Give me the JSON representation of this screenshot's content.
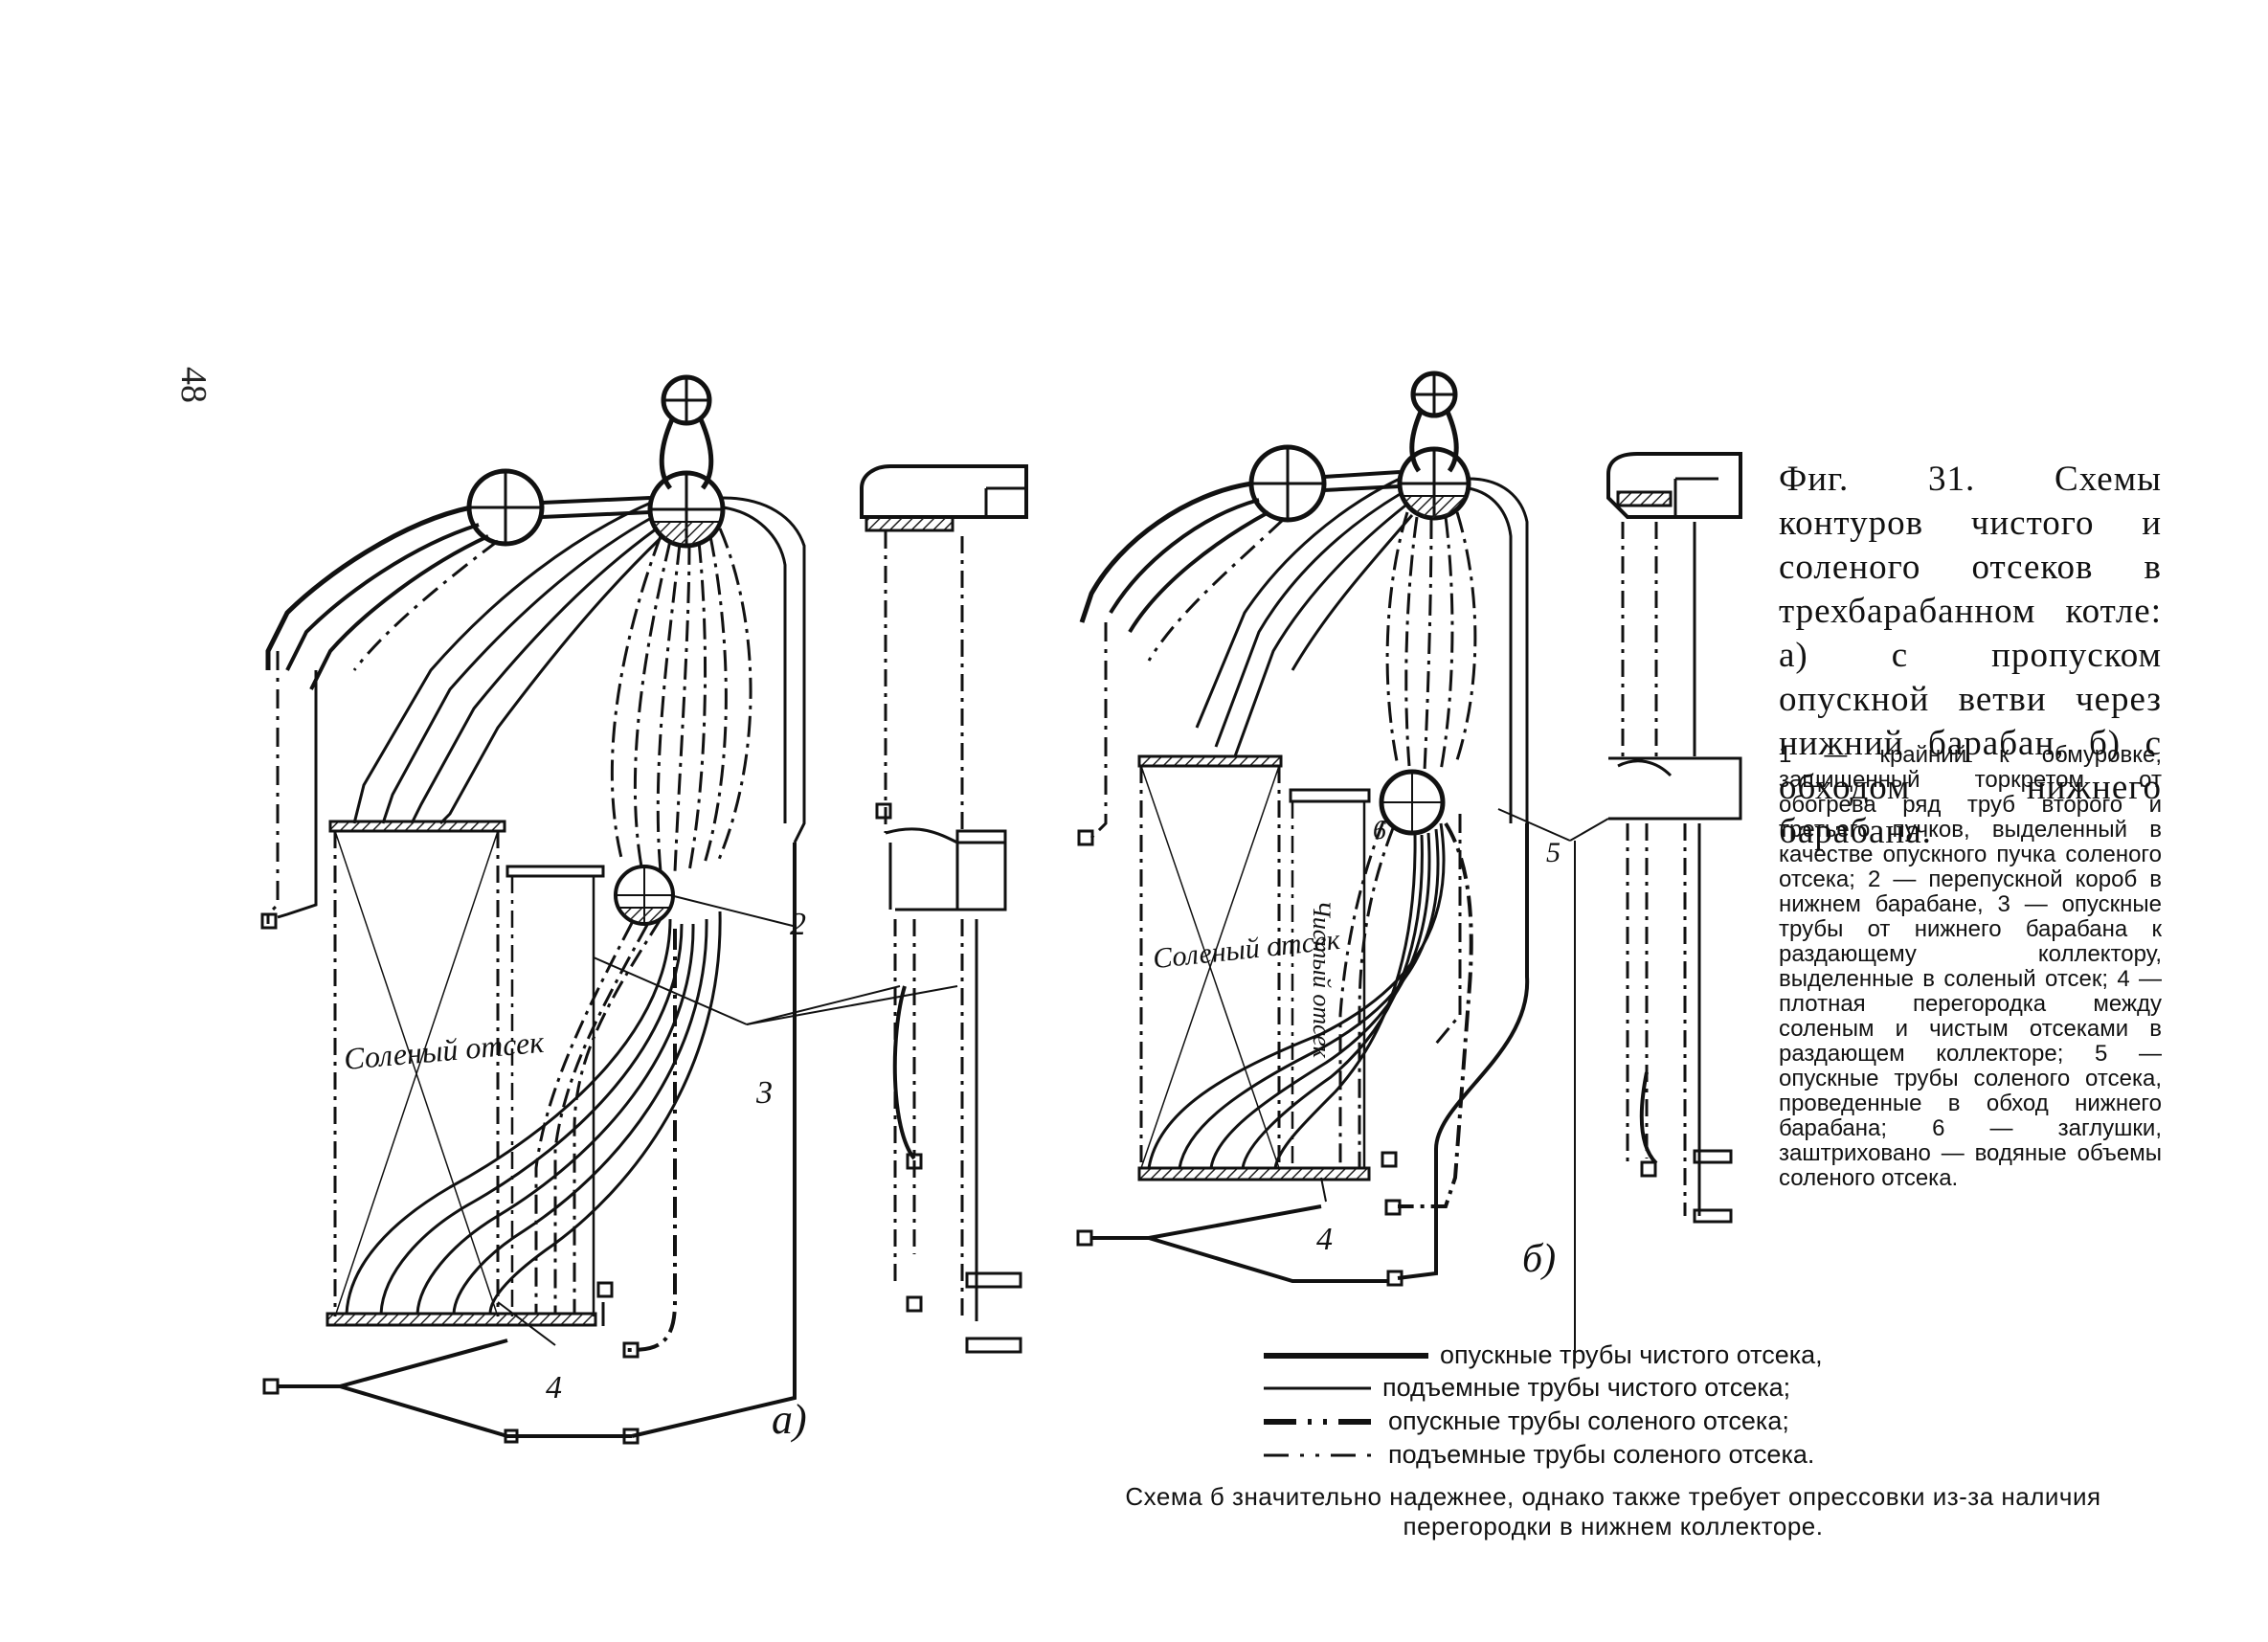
{
  "page_number": "48",
  "figure": {
    "caption_title": "Фиг. 31. Схемы контуров чистого и соленого отсеков в трехбарабанном котле: а) с пропуском опускной ветви через нижний барабан, б) с обходом нижнего барабана.",
    "caption_body": "1 — крайний к обмуровке, защищенный торкретом от обогрева ряд труб второго и третьего пучков, выделенный в качестве опускного пучка соленого отсека; 2 — перепускной короб в нижнем барабане, 3 — опускные трубы от нижнего барабана к раздающему коллектору, выделенные в соленый отсек; 4 — плотная перегородка между соленым и чистым отсеками в раздающем коллекторе; 5 — опускные трубы соленого отсека, проведенные в обход нижнего барабана; 6 — заглушки, заштрихованo — водяные объемы соленого отсека.",
    "panel_labels": {
      "a": "а)",
      "b": "б)"
    },
    "numbers": {
      "n2": "2",
      "n3": "3",
      "n4": "4",
      "n5": "5",
      "n6": "6"
    },
    "inner_labels": {
      "salt_compartment": "Соленый отсек",
      "clean_compartment": "Чистый отсек",
      "salt_compartment_a": "Соленый отсек"
    }
  },
  "legend": [
    {
      "style": "thick-solid",
      "label": "опускные трубы чистого отсека,"
    },
    {
      "style": "thin-solid",
      "label": "подъемные трубы чистого отсека;"
    },
    {
      "style": "thick-dashdot",
      "label": "опускные трубы соленого отсека;"
    },
    {
      "style": "thin-dashdot",
      "label": "подъемные трубы соленого отсека."
    }
  ],
  "footnote": "Схема б значительно надежнее, однако также требует опрессовки из-за наличия перегородки в нижнем коллекторе."
}
